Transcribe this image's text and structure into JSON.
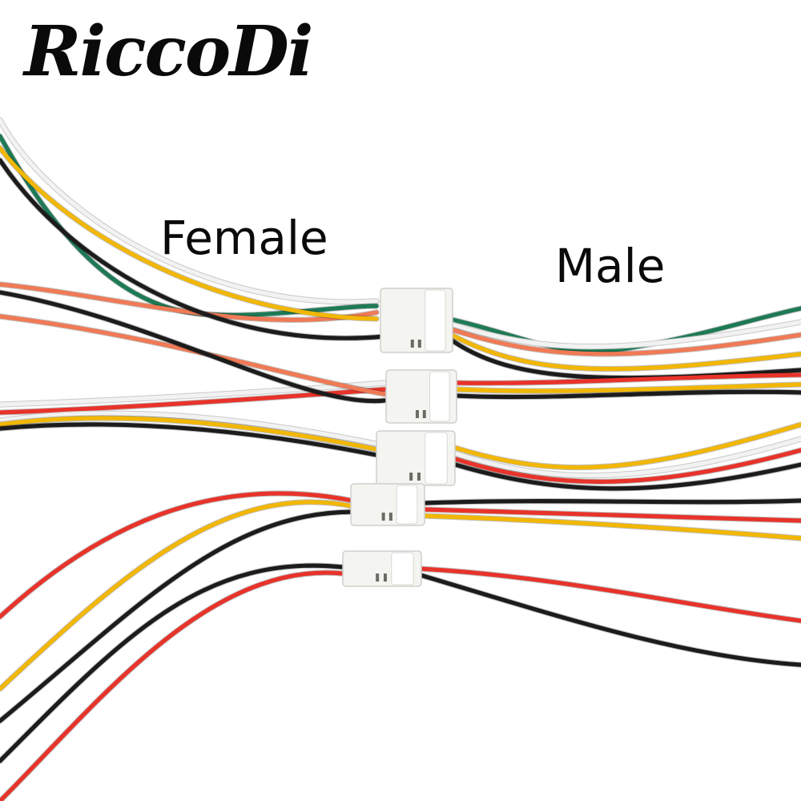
{
  "brand": {
    "name": "RiccoDi"
  },
  "labels": {
    "female": "Female",
    "male": "Male"
  },
  "wire_colors": {
    "red": "#e8332a",
    "black": "#1c1c1c",
    "yellow": "#f2b705",
    "white": "#f2f2f2",
    "green": "#1d7a55",
    "orange": "#f07a55",
    "connector": "#f4f4f1"
  },
  "connectors": [
    {
      "id": "5-pin",
      "pins": 5,
      "wires": [
        "green",
        "white",
        "yellow",
        "orange",
        "black"
      ]
    },
    {
      "id": "4-pin-a",
      "pins": 4,
      "wires": [
        "white",
        "yellow",
        "red",
        "black"
      ]
    },
    {
      "id": "4-pin-b",
      "pins": 4,
      "wires": [
        "white",
        "yellow",
        "red",
        "black"
      ]
    },
    {
      "id": "3-pin",
      "pins": 3,
      "wires": [
        "yellow",
        "red",
        "black"
      ]
    },
    {
      "id": "2-pin",
      "pins": 2,
      "wires": [
        "red",
        "black"
      ]
    }
  ]
}
